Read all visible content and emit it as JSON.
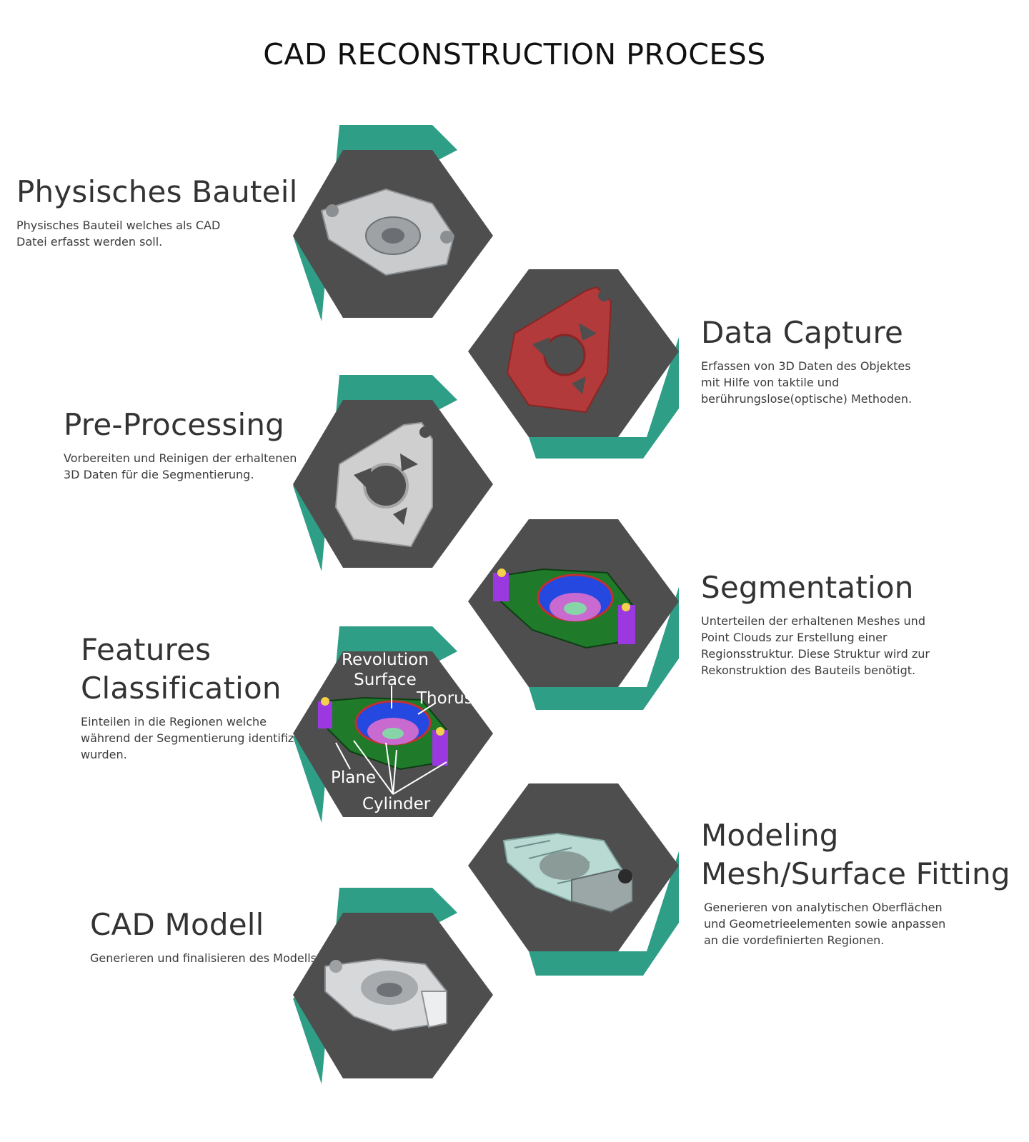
{
  "title": "CAD RECONSTRUCTION PROCESS",
  "colors": {
    "hex_fill": "#4e4e4e",
    "accent": "#2e9e86",
    "accent_dark": "#1f7d69"
  },
  "steps": [
    {
      "heading": "Physisches Bauteil",
      "description": "Physisches Bauteil welches als CAD Datei erfasst werden soll."
    },
    {
      "heading": "Data Capture",
      "description": "Erfassen von 3D Daten des Objektes mit Hilfe von taktile und berührungslose(optische) Methoden."
    },
    {
      "heading": "Pre-Processing",
      "description": "Vorbereiten und Reinigen der erhaltenen 3D Daten für die Segmentierung."
    },
    {
      "heading": "Segmentation",
      "description": "Unterteilen der erhaltenen Meshes und Point Clouds zur Erstellung einer Regionsstruktur. Diese Struktur wird zur Rekonstruktion des Bauteils benötigt."
    },
    {
      "heading_line1": "Features",
      "heading_line2": "Classification",
      "description": "Einteilen in die Regionen welche während der Segmentierung identifiziert wurden."
    },
    {
      "heading_line1": "Modeling",
      "heading_line2": "Mesh/Surface Fitting",
      "description": "Generieren von analytischen Oberflächen und Geometrieelementen sowie anpassen an die vordefinierten Regionen."
    },
    {
      "heading": "CAD Modell",
      "description": "Generieren und finalisieren des Modells."
    }
  ],
  "feature_labels": {
    "revolution_line1": "Revolution",
    "revolution_line2": "Surface",
    "thorus": "Thorus",
    "plane": "Plane",
    "cylinder": "Cylinder"
  }
}
